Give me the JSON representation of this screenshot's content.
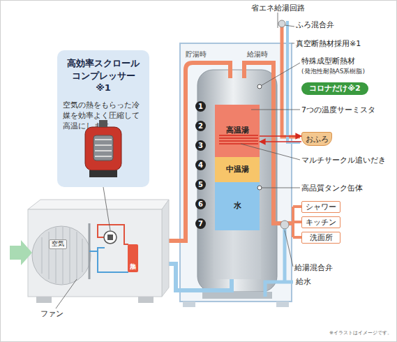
{
  "diagram": {
    "nodes": [
      {
        "text": [
          "高効率スクロールコンプレッサー※1",
          "空気の熱をもらった冷媒を効率よく圧縮して高温にします。"
        ]
      },
      {
        "text": [
          "コロナだけ※2"
        ]
      },
      {
        "text": [
          "1"
        ]
      },
      {
        "text": [
          "2"
        ]
      },
      {
        "text": [
          "3"
        ]
      },
      {
        "text": [
          "4"
        ]
      },
      {
        "text": [
          "5"
        ]
      },
      {
        "text": [
          "6"
        ]
      },
      {
        "text": [
          "7"
        ]
      },
      {
        "text": [
          "高温湯"
        ]
      },
      {
        "text": [
          "中温湯"
        ]
      },
      {
        "text": [
          "水"
        ]
      },
      {
        "text": [
          "おふろ"
        ]
      },
      {
        "text": [
          "シャワー"
        ]
      },
      {
        "text": [
          "キッチン"
        ]
      },
      {
        "text": [
          "洗面所"
        ]
      },
      {
        "text": [
          "空気"
        ]
      },
      {
        "text": [
          "水加熱"
        ]
      }
    ],
    "edges": [
      {
        "from": 9,
        "to": 12,
        "arrow": "to"
      },
      {
        "from": 12,
        "to": 9,
        "arrow": "to"
      }
    ],
    "labels": [
      "省エネ給湯回路",
      "ふろ混合弁",
      "真空断熱材採用※1",
      "特殊成型断熱材",
      "(発泡性耐熱AS系樹脂)",
      "7つの温度サーミスタ",
      "マルチサークル追いだき",
      "高品質タンク缶体",
      "給湯混合弁",
      "給水",
      "貯湯時",
      "給湯時",
      "ファン",
      "※イラストはイメージです。"
    ]
  }
}
